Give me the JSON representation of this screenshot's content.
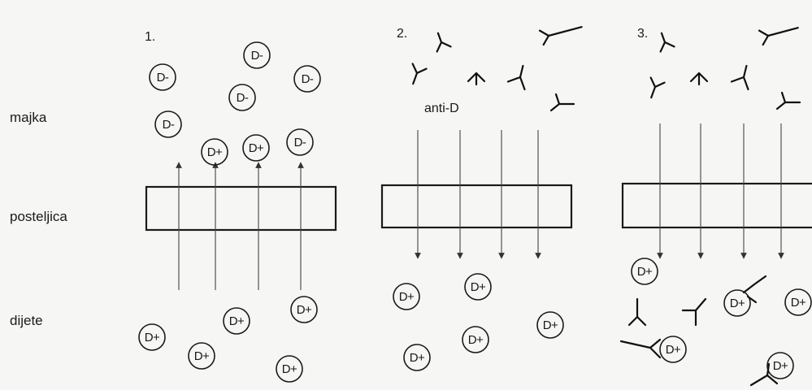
{
  "rows": {
    "mother": "majka",
    "placenta": "posteljica",
    "child": "dijete"
  },
  "panels": [
    {
      "number": "1."
    },
    {
      "number": "2.",
      "antibody_label": "anti-D"
    },
    {
      "number": "3."
    }
  ],
  "cell_labels": {
    "negative": "D-",
    "positive": "D+"
  },
  "colors": {
    "background": "#f6f6f4",
    "ink": "#1a1a1a"
  }
}
